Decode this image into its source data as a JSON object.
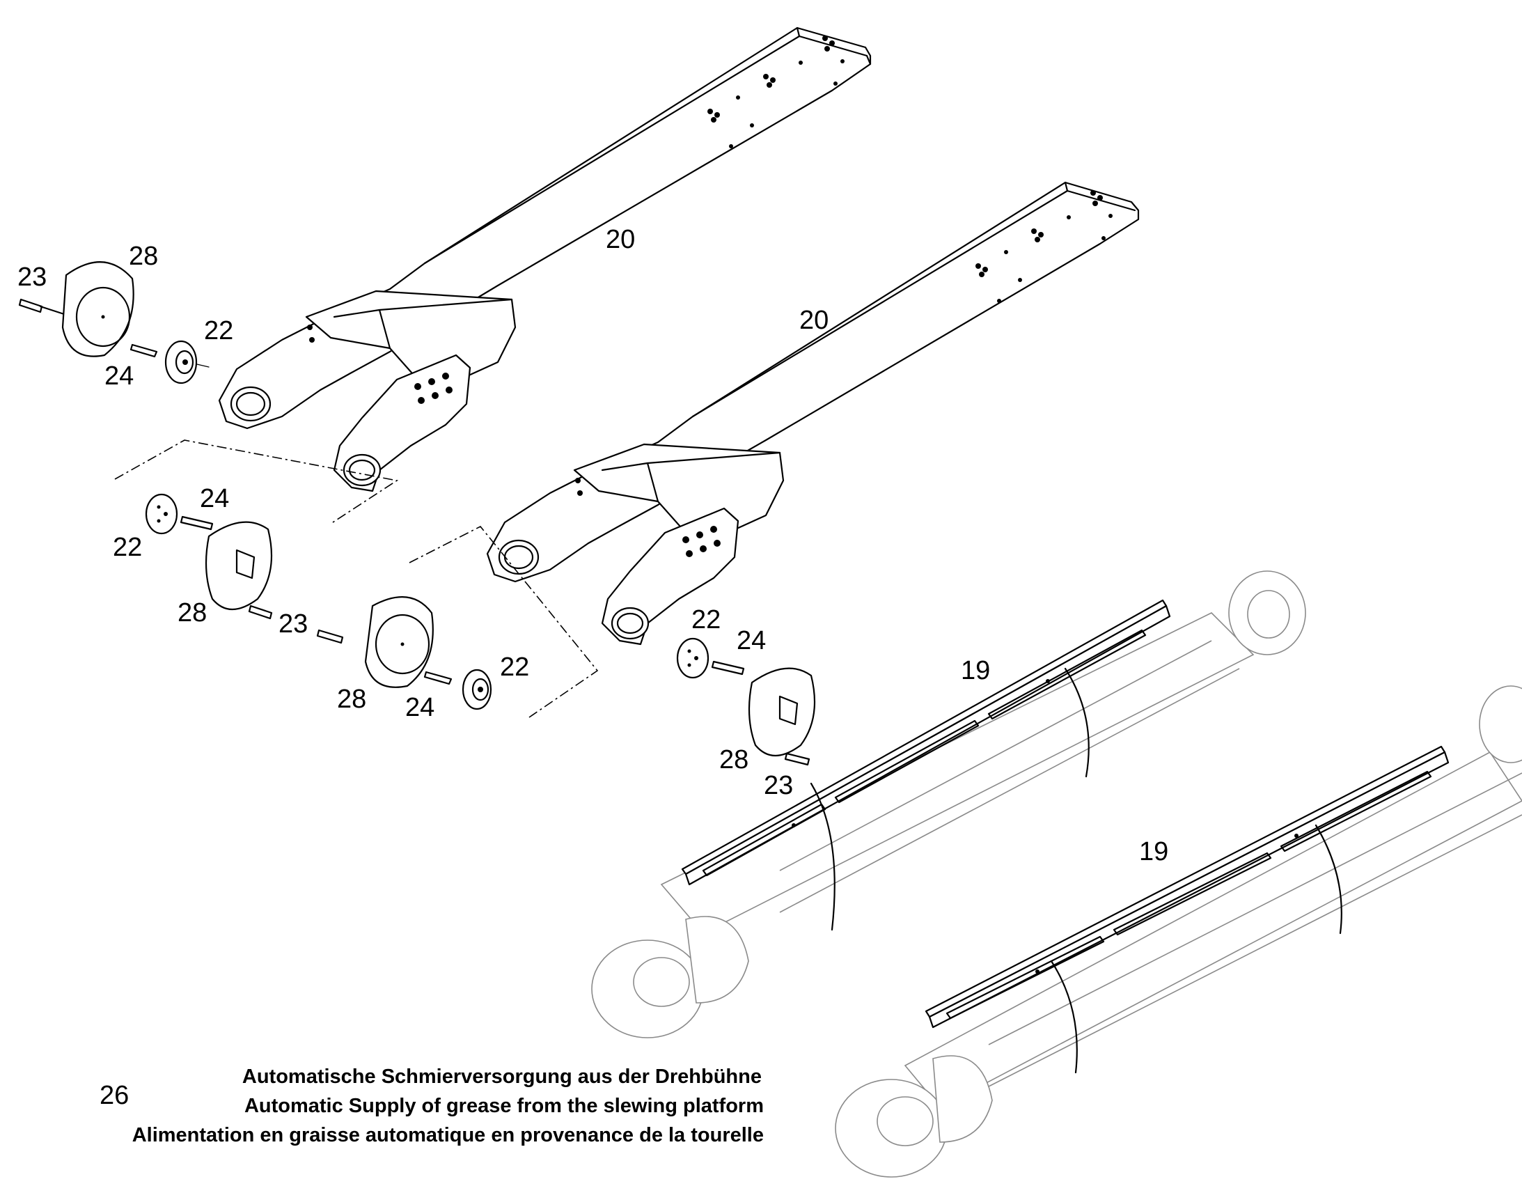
{
  "diagram": {
    "callouts": {
      "arm_upper": "20",
      "arm_lower": "20",
      "cyl_upper": "19",
      "cyl_lower": "19",
      "g1_bolt": "23",
      "g1_cover": "28",
      "g1_cap": "22",
      "g1_screw": "24",
      "g2_screw": "24",
      "g2_cap": "22",
      "g2_plate": "28",
      "g2_bolt": "23",
      "g3_cover": "28",
      "g3_screw": "24",
      "g3_cap": "22",
      "g4_cap": "22",
      "g4_screw": "24",
      "g4_plate": "28",
      "g4_bolt": "23"
    },
    "caption": {
      "number": "26",
      "line_de": "Automatische Schmierversorgung aus der Drehbühne",
      "line_en": "Automatic Supply of grease from the slewing platform",
      "line_fr": "Alimentation en graisse automatique en provenance de la tourelle"
    }
  }
}
